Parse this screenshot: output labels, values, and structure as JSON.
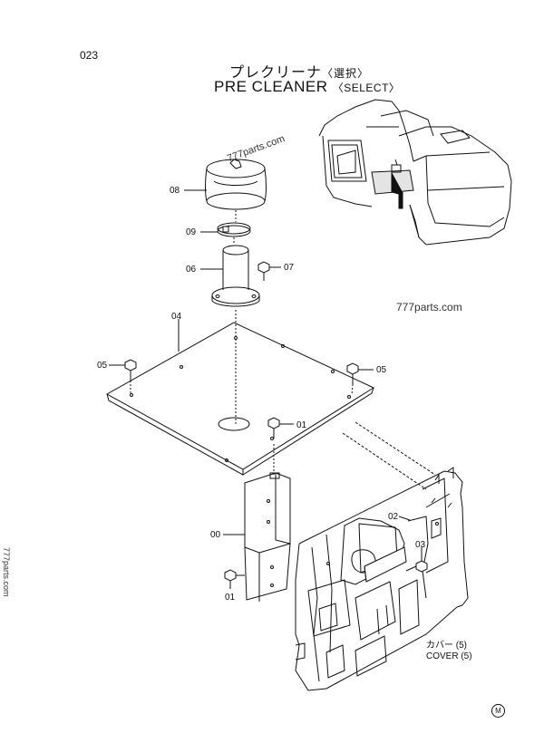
{
  "page_number": "023",
  "title": {
    "jp": "プレクリーナ",
    "jp_note": "〈選択〉",
    "en": "PRE CLEANER",
    "en_note": "〈SELECT〉"
  },
  "watermarks": [
    "777parts.com",
    "777parts.com",
    "777parts.com"
  ],
  "callouts": {
    "c08": "08",
    "c09": "09",
    "c06": "06",
    "c07": "07",
    "c04": "04",
    "c05a": "05",
    "c05b": "05",
    "c01a": "01",
    "c00": "00",
    "c02": "02",
    "c03": "03",
    "c01b": "01"
  },
  "cover_label": {
    "jp": "カバー (5)",
    "en": "COVER (5)"
  },
  "corner_mark": "M"
}
